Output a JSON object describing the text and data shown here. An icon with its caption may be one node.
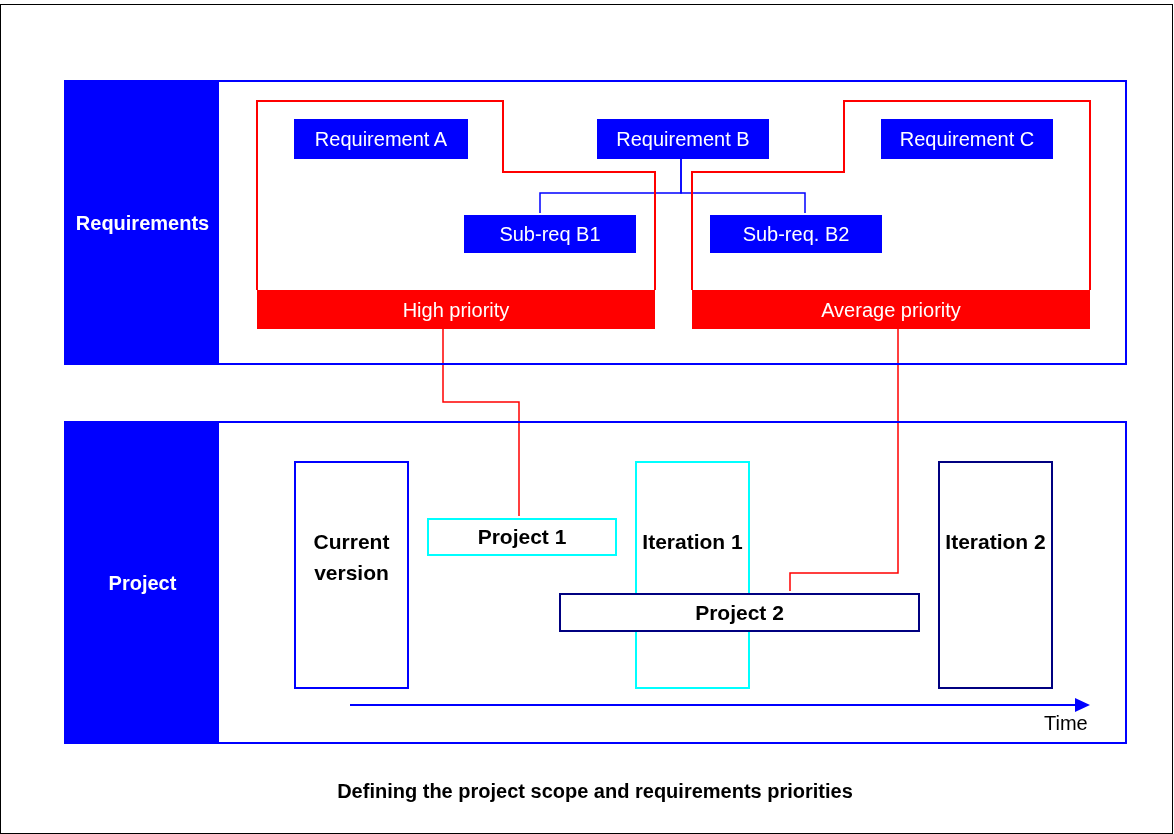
{
  "diagram": {
    "caption": "Defining the project scope and requirements priorities",
    "nodes": [
      {
        "text": [
          "Requirements"
        ]
      },
      {
        "text": [
          "High priority"
        ],
        "in": 0
      },
      {
        "text": [
          "Requirement A"
        ],
        "in": 1
      },
      {
        "text": [
          "Sub-req B1"
        ],
        "in": 1
      },
      {
        "text": [
          "Average priority"
        ],
        "in": 0
      },
      {
        "text": [
          "Requirement C"
        ],
        "in": 4
      },
      {
        "text": [
          "Sub-req. B2"
        ],
        "in": 4
      },
      {
        "text": [
          "Requirement B"
        ],
        "in": 0
      },
      {
        "text": [
          "Project"
        ]
      },
      {
        "text": [
          "Current version"
        ],
        "in": 8
      },
      {
        "text": [
          "Project 1"
        ],
        "in": 8
      },
      {
        "text": [
          "Iteration 1"
        ],
        "in": 8
      },
      {
        "text": [
          "Project 2"
        ],
        "in": 8
      },
      {
        "text": [
          "Iteration 2"
        ],
        "in": 8
      }
    ],
    "edges": [
      {
        "from": 7,
        "to": 3,
        "arrow": "none",
        "color": "#0000ff"
      },
      {
        "from": 7,
        "to": 6,
        "arrow": "none",
        "color": "#0000ff"
      },
      {
        "from": 1,
        "to": 10,
        "arrow": "none",
        "color": "#ff0000"
      },
      {
        "from": 4,
        "to": 12,
        "arrow": "none",
        "color": "#ff0000"
      }
    ],
    "labels": [
      "Time"
    ]
  }
}
